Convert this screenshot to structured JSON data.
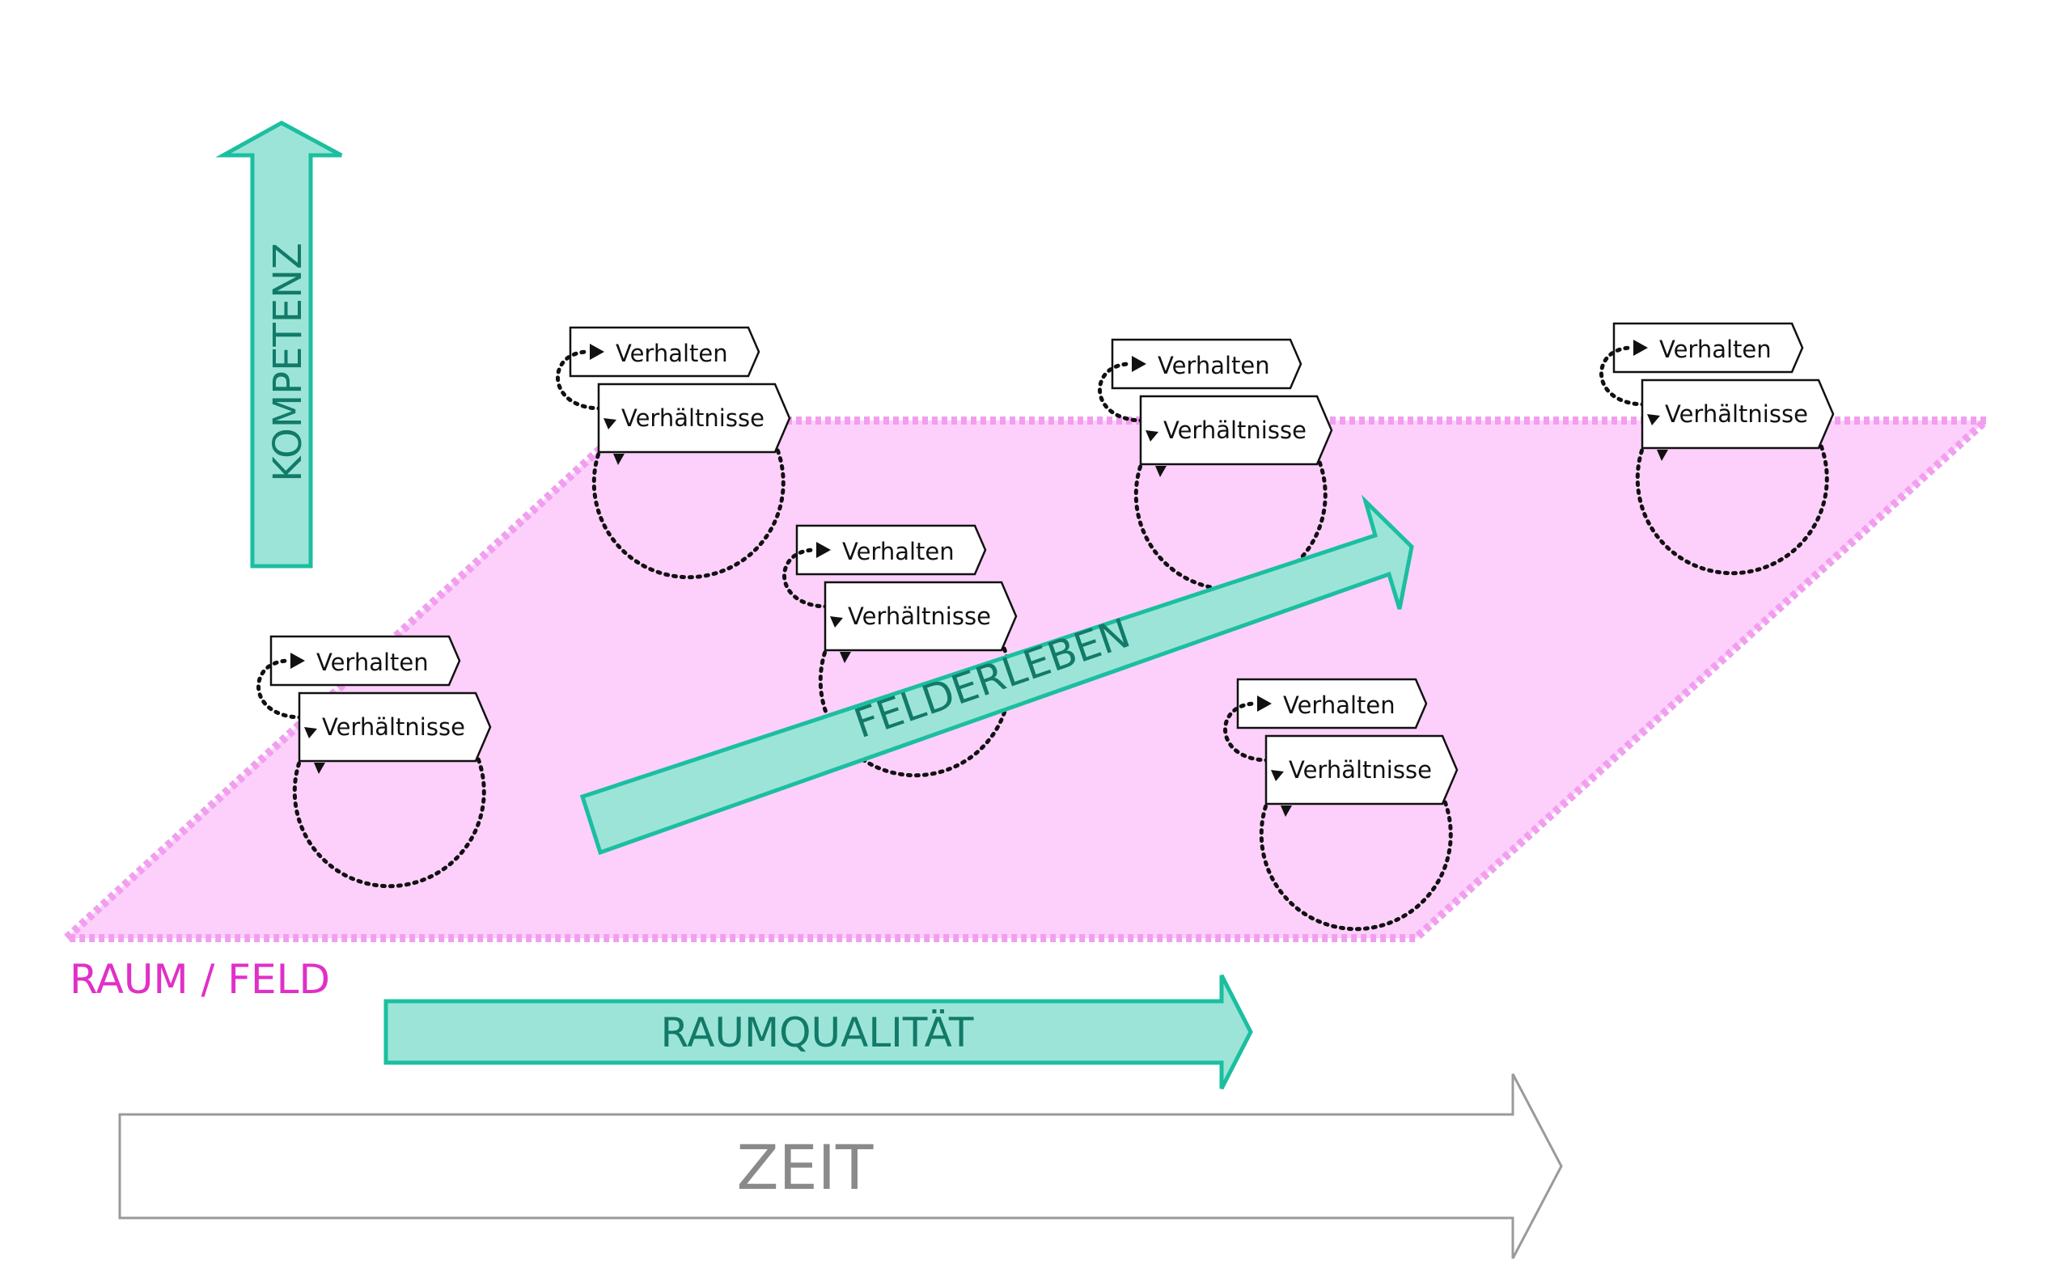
{
  "field": {
    "label": "RAUM / FELD",
    "fill_color": "#fdd0fb",
    "border_color": "#f29ef0",
    "label_color": "#e030c8"
  },
  "arrows": {
    "kompetenz": "KOMPETENZ",
    "felderleben": "FELDERLEBEN",
    "raumqualitaet": "RAUMQUALITÄT",
    "zeit": "ZEIT",
    "teal_fill": "#9de4d8",
    "teal_stroke": "#1bbfa0",
    "teal_text": "#117a68",
    "zeit_stroke": "#9a9a9a",
    "zeit_text": "#8a8a8a"
  },
  "units": [
    {
      "verhalten": "Verhalten",
      "verhaeltnisse": "Verhältnisse"
    },
    {
      "verhalten": "Verhalten",
      "verhaeltnisse": "Verhältnisse"
    },
    {
      "verhalten": "Verhalten",
      "verhaeltnisse": "Verhältnisse"
    },
    {
      "verhalten": "Verhalten",
      "verhaeltnisse": "Verhältnisse"
    },
    {
      "verhalten": "Verhalten",
      "verhaeltnisse": "Verhältnisse"
    },
    {
      "verhalten": "Verhalten",
      "verhaeltnisse": "Verhältnisse"
    }
  ]
}
